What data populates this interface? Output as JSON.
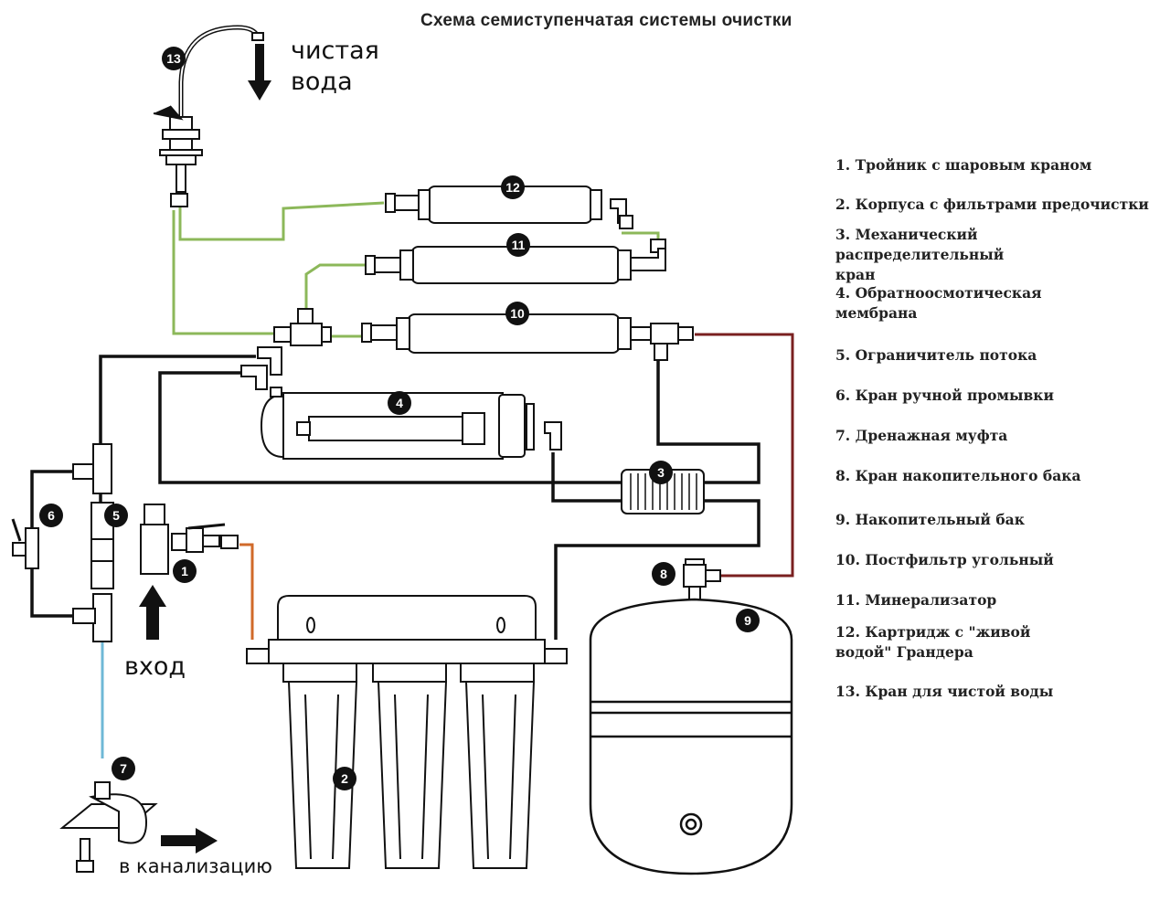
{
  "title": "Схема  семиступенчатая  системы очистки",
  "labels": {
    "clean_water_1": "чистая",
    "clean_water_2": "вода",
    "input": "вход",
    "drain": "в канализацию"
  },
  "badges": [
    "1",
    "2",
    "3",
    "4",
    "5",
    "6",
    "7",
    "8",
    "9",
    "10",
    "11",
    "12",
    "13"
  ],
  "legend": [
    "1. Тройник с шаровым краном",
    "2. Корпуса с фильтрами предочистки",
    "3. Механический распределительный кран",
    "4. Обратноосмотическая мембрана",
    "5. Ограничитель потока",
    "6. Кран ручной промывки",
    "7. Дренажная муфта",
    "8. Кран накопительного бака",
    "9. Накопительный бак",
    "10. Постфильтр угольный",
    "11. Минерализатор",
    "12. Картридж с \"живой водой\" Грандера",
    "13. Кран для чистой воды"
  ],
  "colors": {
    "green_line": "#8cb85a",
    "black_line": "#111111",
    "red_line": "#7a2020",
    "orange_line": "#d06a2a",
    "blue_line": "#6fb8d6"
  }
}
